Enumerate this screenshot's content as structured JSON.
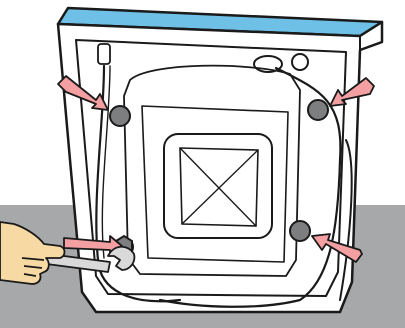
{
  "scene": {
    "subject": "washing-machine-rear-panel",
    "colors": {
      "background": "#ffffff",
      "floor": "#a7a8aa",
      "outline": "#1a1a1a",
      "top_panel": "#6ec0e6",
      "bolt_fill": "#7d7e80",
      "arrow_fill": "#f4a0a3",
      "skin": "#f7d9a3"
    },
    "callouts": [
      {
        "name": "arrow-top-left-bolt",
        "target": "transit-bolt-top-left"
      },
      {
        "name": "arrow-top-right-bolt",
        "target": "transit-bolt-top-right"
      },
      {
        "name": "arrow-bottom-right-bolt",
        "target": "transit-bolt-bottom-right"
      },
      {
        "name": "arrow-wrench",
        "target": "transit-bolt-bottom-left"
      }
    ],
    "tool": "wrench-icon",
    "hand": "hand-icon"
  }
}
